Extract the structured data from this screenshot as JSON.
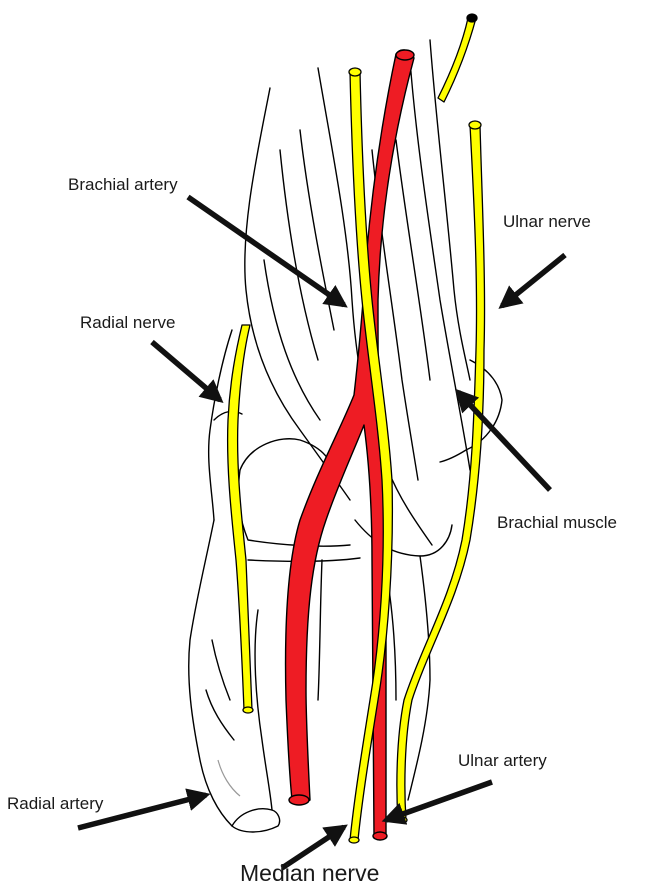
{
  "labels": {
    "brachial_artery": "Brachial artery",
    "ulnar_nerve": "Ulnar nerve",
    "radial_nerve": "Radial nerve",
    "brachial_muscle": "Brachial muscle",
    "ulnar_artery": "Ulnar artery",
    "radial_artery": "Radial artery",
    "median_nerve": "Median nerve"
  },
  "colors": {
    "nerve": "#ffff00",
    "artery": "#ee1c24",
    "outline": "#000000",
    "arrow": "#111111"
  }
}
